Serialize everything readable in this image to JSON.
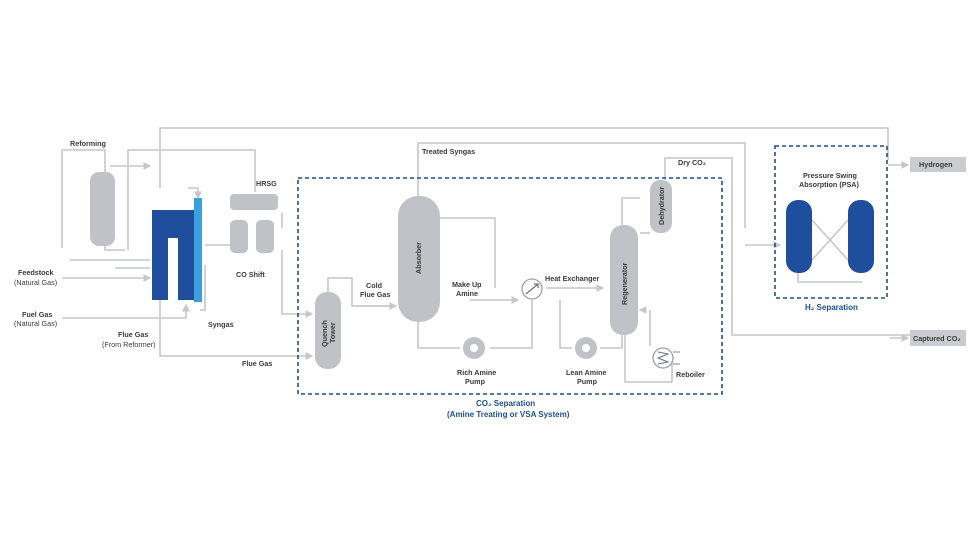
{
  "labels": {
    "reforming": "Reforming",
    "hrsg": "HRSG",
    "co_shift": "CO Shift",
    "feedstock": "Feedstock",
    "feedstock_sub": "(Natural Gas)",
    "fuel_gas": "Fuel Gas",
    "fuel_gas_sub": "(Natural Gas)",
    "flue_gas_reformer": "Flue Gas",
    "flue_gas_reformer_sub": "(From Reformer)",
    "syngas": "Syngas",
    "flue_gas": "Flue Gas",
    "treated_syngas": "Treated Syngas",
    "cold_flue_gas_1": "Cold",
    "cold_flue_gas_2": "Flue Gas",
    "quench_tower_1": "Quench",
    "quench_tower_2": "Tower",
    "absorber": "Absorber",
    "make_up_amine_1": "Make Up",
    "make_up_amine_2": "Amine",
    "heat_exchanger": "Heat Exchanger",
    "rich_amine_pump_1": "Rich Amine",
    "rich_amine_pump_2": "Pump",
    "lean_amine_pump_1": "Lean Amine",
    "lean_amine_pump_2": "Pump",
    "regenerator": "Regenerator",
    "dehydrator": "Dehydrator",
    "dry_co2": "Dry CO₂",
    "reboiler": "Reboiler",
    "co2_separation_title": "CO₂ Separation",
    "co2_separation_sub": "(Amine Treating or VSA System)",
    "psa_1": "Pressure Swing",
    "psa_2": "Absorption (PSA)",
    "h2_separation": "H₂ Separation",
    "hydrogen": "Hydrogen",
    "captured_co2": "Captured CO₂"
  },
  "colors": {
    "pipe": "#c4c7cc",
    "equipment": "#bfc2c7",
    "reformer_dark": "#1f4e9c",
    "reformer_light": "#3aa0dc",
    "psa_vessel": "#1f4e9c",
    "boundary": "#1f4e8c"
  }
}
